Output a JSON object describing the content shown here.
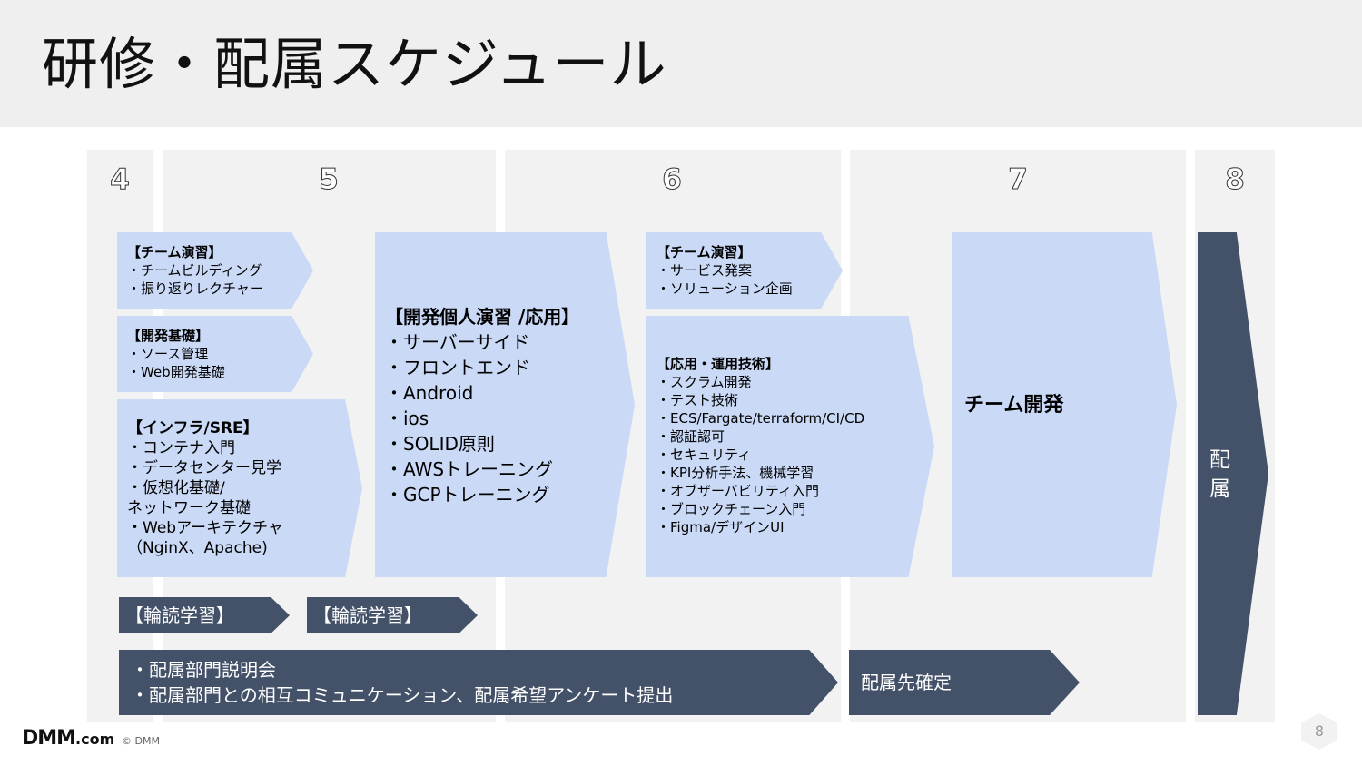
{
  "title": "研修・配属スケジュール",
  "months": [
    "4",
    "5",
    "6",
    "7",
    "8"
  ],
  "boxes": {
    "team_exercise_1": {
      "heading": "【チーム演習】",
      "items": [
        "・チームビルディング",
        "・振り返りレクチャー"
      ]
    },
    "dev_basics": {
      "heading": "【開発基礎】",
      "items": [
        "・ソース管理",
        "・Web開発基礎"
      ]
    },
    "infra_sre": {
      "heading": "【インフラ/SRE】",
      "items": [
        "・コンテナ入門",
        "・データセンター見学",
        "・仮想化基礎/",
        "ネットワーク基礎",
        "・Webアーキテクチャ",
        "（NginX、Apache)"
      ]
    },
    "individual_dev": {
      "heading": "【開発個人演習 /応用】",
      "items": [
        "・サーバーサイド",
        "・フロントエンド",
        "・Android",
        "・ios",
        "・SOLID原則",
        "・AWSトレーニング",
        "・GCPトレーニング"
      ]
    },
    "team_exercise_2": {
      "heading": "【チーム演習】",
      "items": [
        "・サービス発案",
        "・ソリューション企画"
      ]
    },
    "applied_ops": {
      "heading": "【応用・運用技術】",
      "items": [
        "・スクラム開発",
        "・テスト技術",
        "・ECS/Fargate/terraform/CI/CD",
        "・認証認可",
        "・セキュリティ",
        "・KPI分析手法、機械学習",
        "・オブザーバビリティ入門",
        "・ブロックチェーン入門",
        "・Figma/デザインUI"
      ]
    },
    "team_dev": {
      "heading": "チーム開発"
    },
    "placement": {
      "label": "配属"
    },
    "reading_1": {
      "label": "【輪読学習】"
    },
    "reading_2": {
      "label": "【輪読学習】"
    },
    "dept_info": {
      "items": [
        "・配属部門説明会",
        "・配属部門との相互コミュニケーション、配属希望アンケート提出"
      ]
    },
    "placement_confirm": {
      "label": "配属先確定"
    }
  },
  "footer": {
    "logo_main": "DMM",
    "logo_suffix": ".com",
    "copyright": "© DMM",
    "page": "8"
  },
  "colors": {
    "light_box": "#c9d9f6",
    "dark_box": "#435268",
    "column_bg": "#f2f2f2",
    "header_bg": "#efefef"
  }
}
